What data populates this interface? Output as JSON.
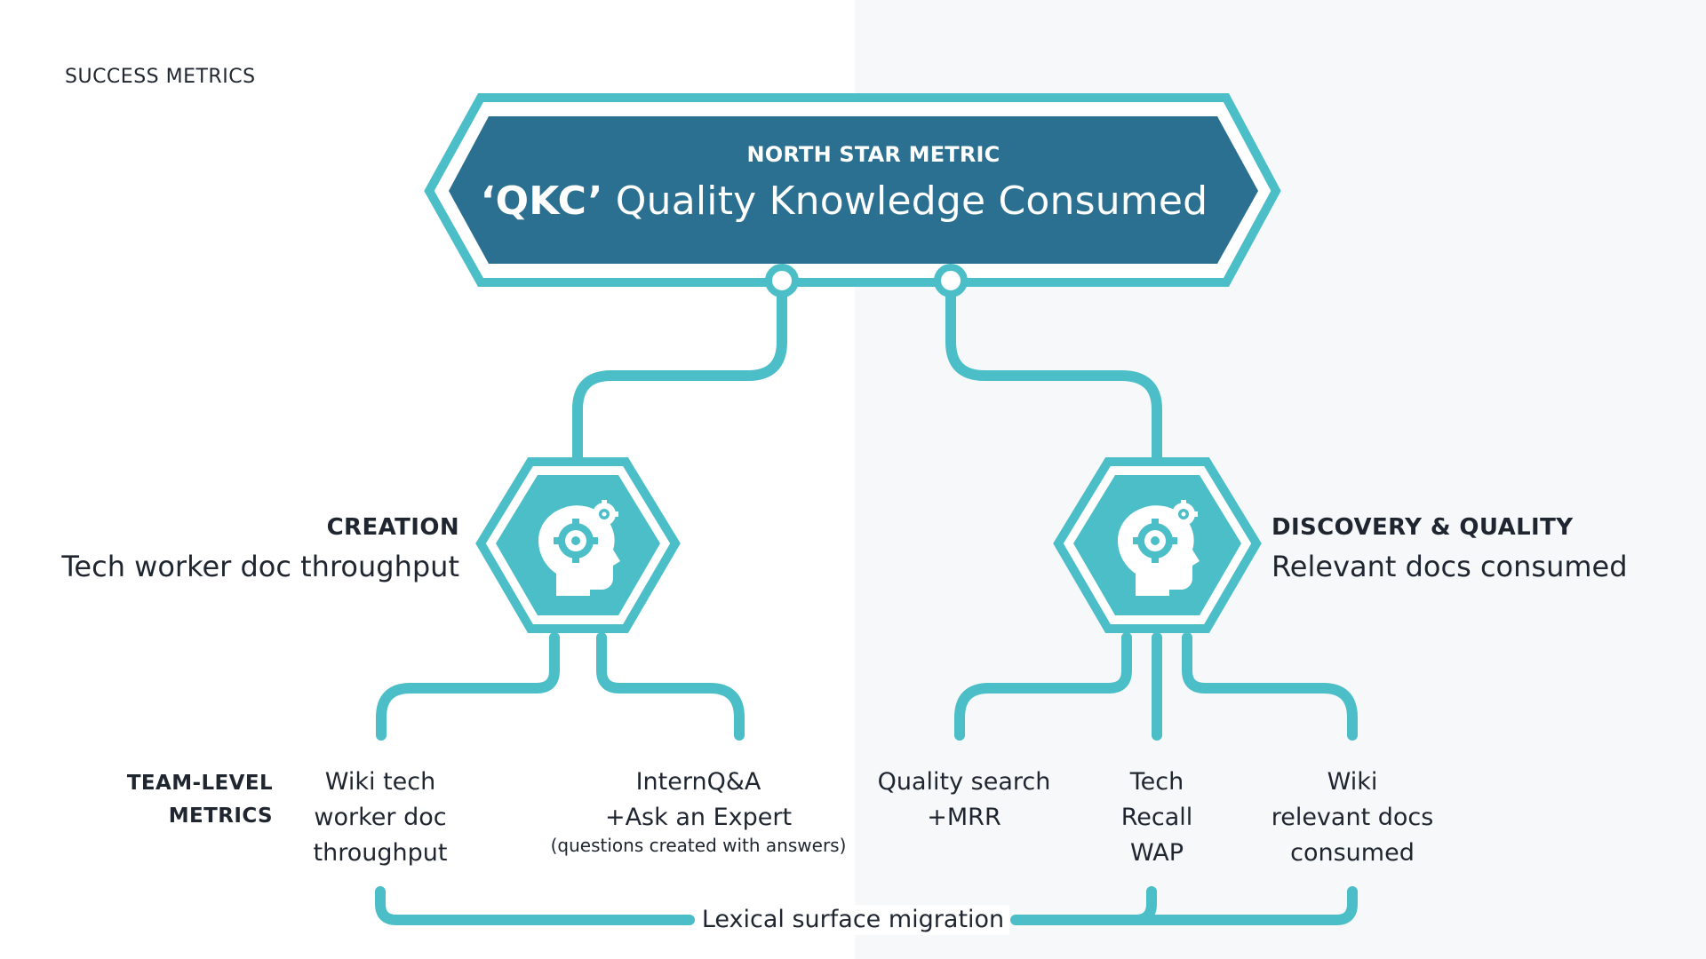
{
  "header": {
    "section_label": "SUCCESS METRICS"
  },
  "north_star": {
    "label": "NORTH STAR METRIC",
    "abbreviation": "‘QKC’",
    "title": "Quality Knowledge Consumed"
  },
  "pillars": {
    "creation": {
      "kicker": "CREATION",
      "subtitle": "Tech worker doc throughput",
      "icon": "brain-gear-icon"
    },
    "discovery": {
      "kicker": "DISCOVERY & QUALITY",
      "subtitle": "Relevant docs consumed",
      "icon": "brain-gear-icon"
    }
  },
  "team_level": {
    "label_line1": "TEAM-LEVEL",
    "label_line2": "METRICS"
  },
  "metrics": {
    "wiki_throughput": {
      "line1": "Wiki tech",
      "line2": "worker doc",
      "line3": "throughput"
    },
    "internqa": {
      "line1": "InternQ&A",
      "line2": "+Ask an Expert",
      "note": "(questions created with answers)"
    },
    "quality_search": {
      "line1": "Quality search",
      "line2": "+MRR"
    },
    "tech_recall": {
      "line1": "Tech",
      "line2": "Recall",
      "line3": "WAP"
    },
    "wiki_relevant": {
      "line1": "Wiki",
      "line2": "relevant docs",
      "line3": "consumed"
    }
  },
  "footer": {
    "migration_label": "Lexical surface migration"
  },
  "colors": {
    "teal": "#4bbec8",
    "navy": "#2b7090",
    "white": "#ffffff",
    "text": "#1f2630",
    "background_right": "#f6f8fa"
  }
}
